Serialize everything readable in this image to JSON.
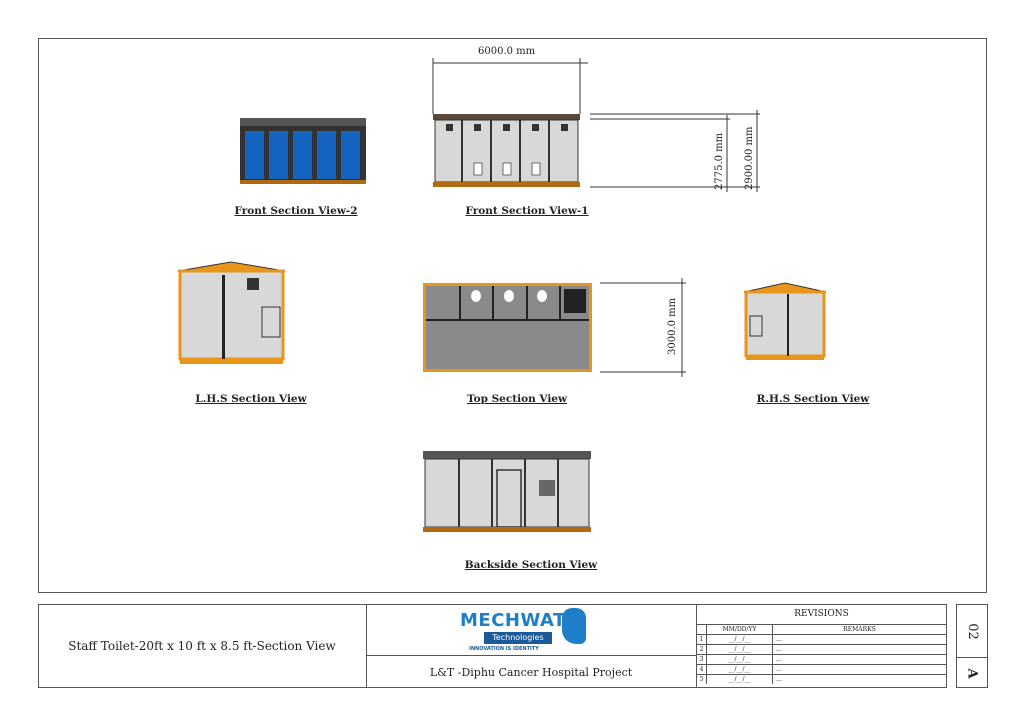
{
  "drawing": {
    "views": {
      "front2": "Front Section View-2",
      "front1": "Front Section View-1",
      "lhs": "L.H.S Section View",
      "top": "Top Section View",
      "rhs": "R.H.S Section View",
      "back": "Backside Section View"
    },
    "dimensions": {
      "length": "6000.0 mm",
      "height_inner": "2775.0 mm",
      "height_outer": "2900.00 mm",
      "width": "3000.0 mm"
    }
  },
  "title_block": {
    "title": "Staff  Toilet-20ft x 10 ft x  8.5 ft-Section View",
    "logo": {
      "name": "MECHWAT",
      "sub": "Technologies",
      "tagline": "INNOVATION IS IDENTITY"
    },
    "project": "L&T -Diphu Cancer Hospital Project",
    "revisions": {
      "heading": "REVISIONS",
      "date_header": "MM/DD/YY",
      "remarks_header": "REMARKS",
      "rows": [
        {
          "no": "1",
          "date": "__/__/__",
          "remarks": "..."
        },
        {
          "no": "2",
          "date": "__/__/__",
          "remarks": "..."
        },
        {
          "no": "3",
          "date": "__/__/__",
          "remarks": "..."
        },
        {
          "no": "4",
          "date": "__/__/__",
          "remarks": "..."
        },
        {
          "no": "5",
          "date": "__/__/__",
          "remarks": "..."
        }
      ]
    },
    "sheet_no": "02",
    "revision": "A"
  },
  "colors": {
    "orange": "#e8951c",
    "blue": "#1565c0",
    "panel": "#dcdcdc",
    "floor": "#8a8a8a"
  }
}
